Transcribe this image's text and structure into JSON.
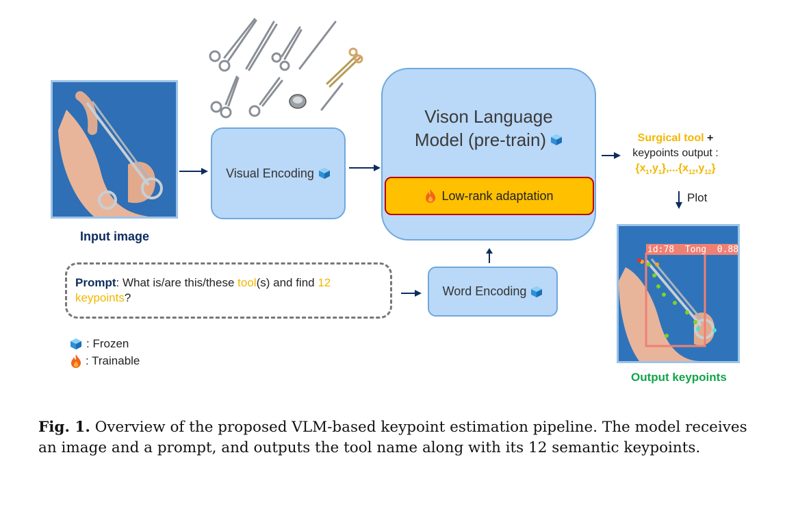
{
  "input_label": "Input image",
  "visual_encoding": "Visual Encoding",
  "vlm_title_line1": "Vison Language",
  "vlm_title_line2": "Model (pre-train)",
  "lora_label": "Low-rank adaptation",
  "word_encoding": "Word Encoding",
  "prompt": {
    "bold": "Prompt",
    "text1": ": What is/are this/these ",
    "tool": "tool",
    "text2": "(s) and find ",
    "num": "12",
    "keypoints": "keypoints",
    "end": "?"
  },
  "output": {
    "surgical_tool": "Surgical tool",
    "plus": " +",
    "line2": "keypoints output :",
    "coords": "{x",
    "plot": "Plot",
    "detection": "id:78  Tong  0.88",
    "label": "Output keypoints"
  },
  "legend": {
    "frozen": ": Frozen",
    "trainable": ": Trainable"
  },
  "caption": {
    "prefix": "Fig. 1.",
    "text": " Overview of the proposed VLM-based keypoint estimation pipeline. The model receives an image and a prompt, and outputs the tool name along with its 12 semantic keypoints."
  },
  "colors": {
    "box_fill": "#bad8f7",
    "box_border": "#6fa8dc",
    "lora_fill": "#ffc000",
    "lora_border": "#c00000",
    "navy": "#0d2b5e",
    "gold": "#f2b600",
    "green": "#12a44a"
  }
}
